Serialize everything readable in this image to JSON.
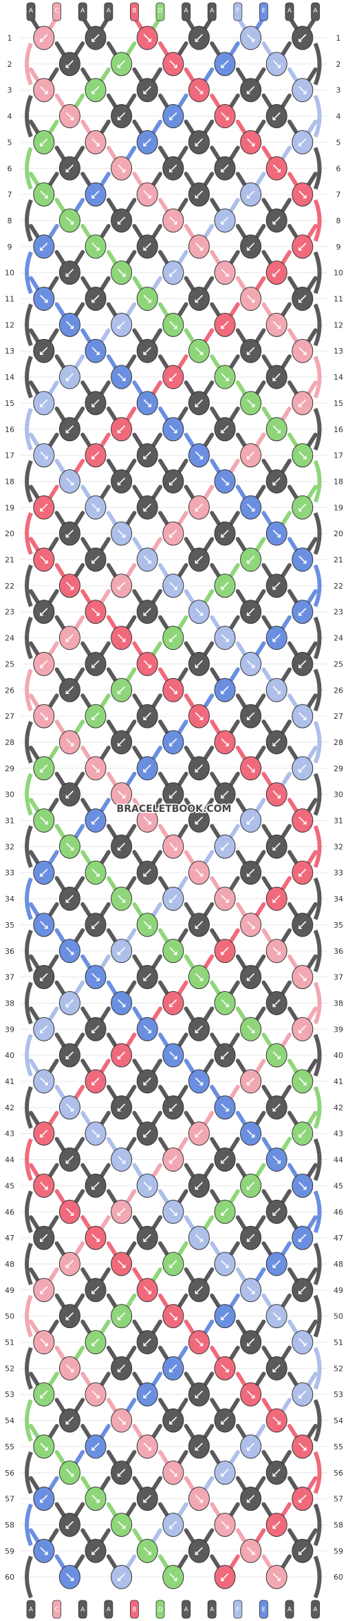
{
  "pattern": {
    "watermark": "BRACELETBOOK.COM",
    "strand_letters_top": [
      "A",
      "C",
      "A",
      "A",
      "B",
      "D",
      "A",
      "A",
      "F",
      "E",
      "A",
      "A"
    ],
    "strand_letters_bottom": [
      "A",
      "C",
      "A",
      "A",
      "B",
      "D",
      "A",
      "A",
      "F",
      "E",
      "A",
      "A"
    ],
    "row_count": 60,
    "colors": {
      "A": "#5a5a5c",
      "B": "#f06a7c",
      "C": "#f2a8b2",
      "D": "#8fd67a",
      "E": "#6b8fe0",
      "F": "#aebfea"
    }
  }
}
